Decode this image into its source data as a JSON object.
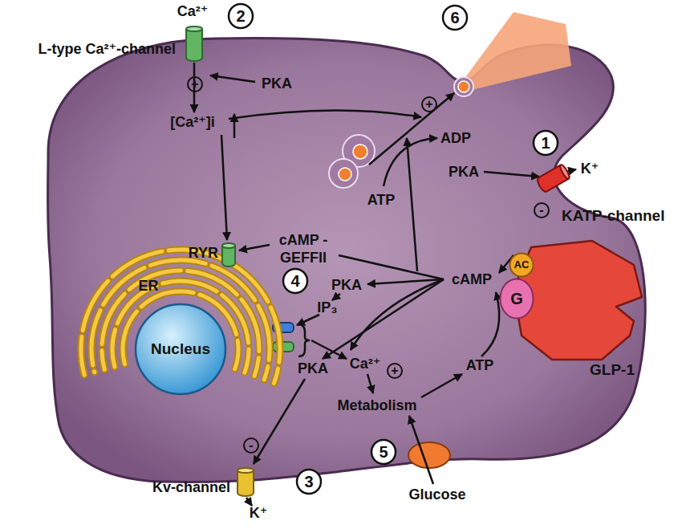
{
  "diagram": {
    "nodes": [
      {
        "text": [
          "L-type Ca²⁺-channel"
        ]
      },
      {
        "text": [
          "KATP-channel"
        ]
      },
      {
        "text": [
          "ER"
        ]
      },
      {
        "text": [
          "RYR"
        ],
        "in": 2
      },
      {
        "text": [
          "GLP-1"
        ]
      },
      {
        "text": [
          "AC"
        ]
      },
      {
        "text": [
          "G"
        ]
      },
      {
        "text": [
          "Nucleus"
        ]
      },
      {
        "text": [
          "Kv-channel"
        ]
      }
    ],
    "labels": [
      "Ca²⁺",
      "2",
      "PKA",
      "+",
      "[Ca²⁺]i",
      "6",
      "+",
      "ADP",
      "ATP",
      "1",
      "PKA",
      "K⁺",
      "-",
      "cAMP - GEFFII",
      "4",
      "PKA",
      "IP₃",
      "cAMP",
      "Ca²⁺",
      "+",
      "ATP",
      "PKA",
      "Metabolism",
      "-",
      "3",
      "K⁺",
      "5",
      "Glucose"
    ]
  }
}
